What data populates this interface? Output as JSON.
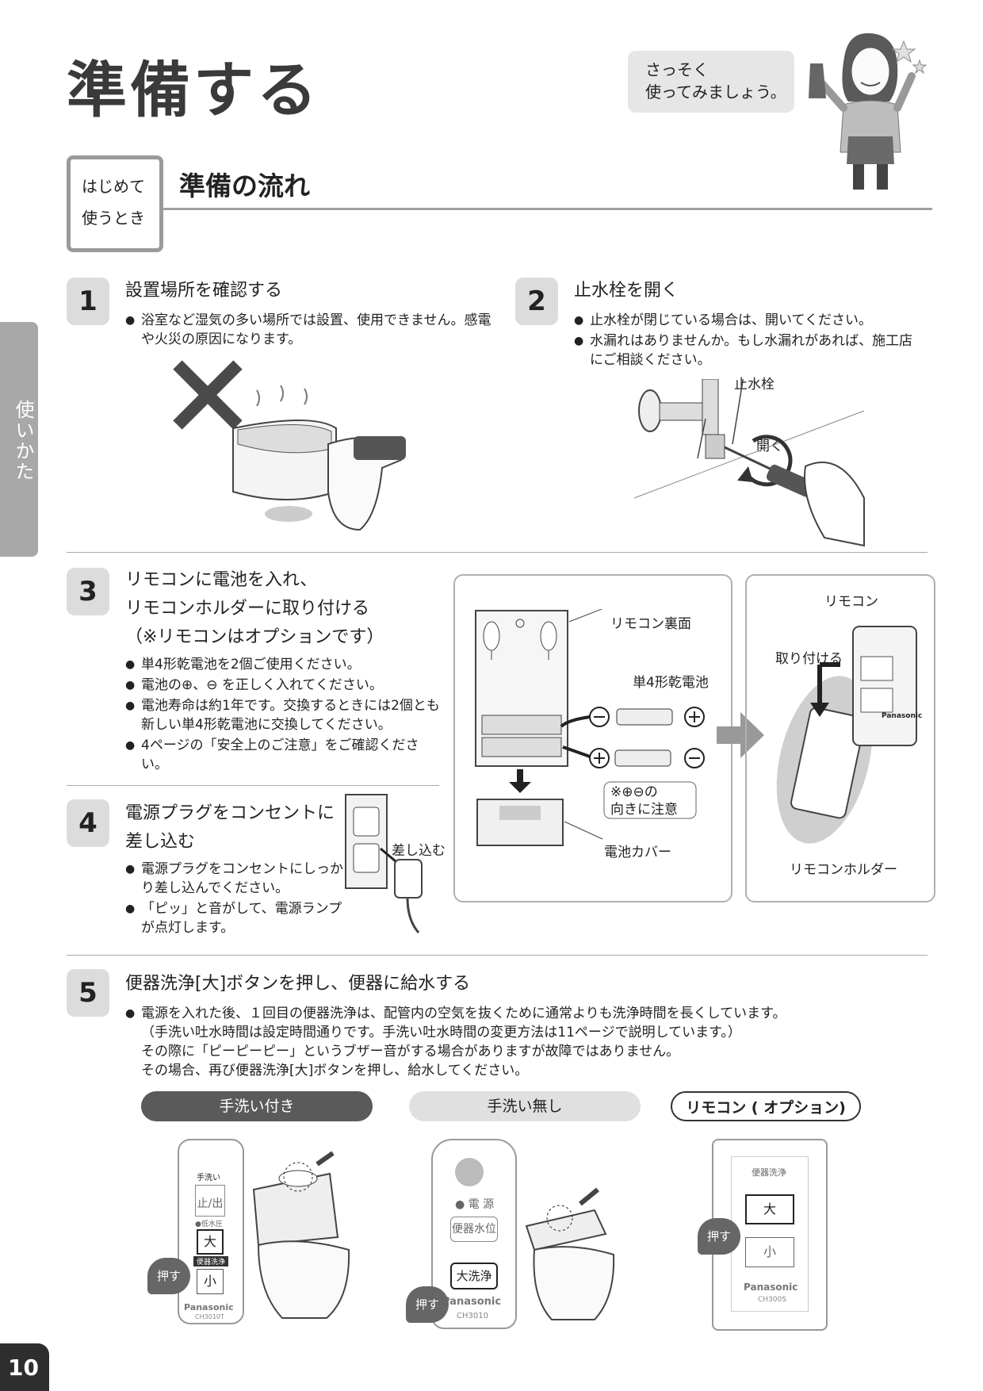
{
  "page": {
    "title": "準備する",
    "bubble": [
      "さっそく",
      "使ってみましょう。"
    ],
    "side_tab": "使いかた",
    "page_number": "10"
  },
  "section": {
    "badge": [
      "はじめて",
      "使うとき"
    ],
    "title": "準備の流れ"
  },
  "step1": {
    "num": "1",
    "heading": "設置場所を確認する",
    "bullets": [
      "浴室など湿気の多い場所では設置、使用できません。感電や火災の原因になります。"
    ]
  },
  "step2": {
    "num": "2",
    "heading": "止水栓を開く",
    "bullets": [
      "止水栓が閉じている場合は、開いてください。",
      "水漏れはありませんか。もし水漏れがあれば、施工店にご相談ください。"
    ],
    "label_valve": "止水栓",
    "label_open": "開く"
  },
  "step3": {
    "num": "3",
    "heading": [
      "リモコンに電池を入れ、",
      "リモコンホルダーに取り付ける",
      "（※リモコンはオプションです）"
    ],
    "bullets": [
      "単4形乾電池を2個ご使用ください。",
      "電池の⊕、⊖ を正しく入れてください。",
      "電池寿命は約1年です。交換するときには2個とも新しい単4形乾電池に交換してください。",
      "4ページの「安全上のご注意」をご確認ください。"
    ],
    "labels": {
      "remote_back": "リモコン裏面",
      "battery": "単4形乾電池",
      "note": [
        "※⊕⊖の",
        "向きに注意"
      ],
      "cover": "電池カバー",
      "remote": "リモコン",
      "attach": "取り付ける",
      "holder": "リモコンホルダー",
      "brand": "Panasonic"
    }
  },
  "step4": {
    "num": "4",
    "heading": [
      "電源プラグをコンセントに",
      "差し込む"
    ],
    "bullets": [
      "電源プラグをコンセントにしっかり差し込んでください。",
      "「ピッ」と音がして、電源ランプが点灯します。"
    ],
    "label_insert": "差し込む"
  },
  "step5": {
    "num": "5",
    "heading": "便器洗浄[大]ボタンを押し、便器に給水する",
    "lines": [
      "電源を入れた後、１回目の便器洗浄は、配管内の空気を抜くために通常よりも洗浄時間を長くしています。",
      "（手洗い吐水時間は設定時間通りです。手洗い吐水時間の変更方法は11ページで説明しています。）",
      "その際に「ピーピーピー」というブザー音がする場合がありますが故障ではありません。",
      "その場合、再び便器洗浄[大]ボタンを押し、給水してください。"
    ],
    "tabs": [
      "手洗い付き",
      "手洗い無し",
      "リモコン ( オプション)"
    ],
    "panel_a": {
      "hand": "手洗い",
      "stop": "止/出",
      "low": "●低水圧",
      "big": "大",
      "flush": "便器洗浄",
      "small": "小",
      "brand": "Panasonic",
      "model": "CH3010T",
      "push": "押す"
    },
    "panel_b": {
      "power": "● 電 源",
      "level": "便器水位",
      "big": "大洗浄",
      "brand": "Panasonic",
      "model": "CH3010",
      "push": "押す"
    },
    "panel_c": {
      "title": "便器洗浄",
      "big": "大",
      "small": "小",
      "brand": "Panasonic",
      "model": "CH300S",
      "push": "押す"
    }
  },
  "colors": {
    "accent_gray": "#a8a8a8",
    "dark": "#2e2e2e",
    "number_bg": "#dcdcdc"
  }
}
